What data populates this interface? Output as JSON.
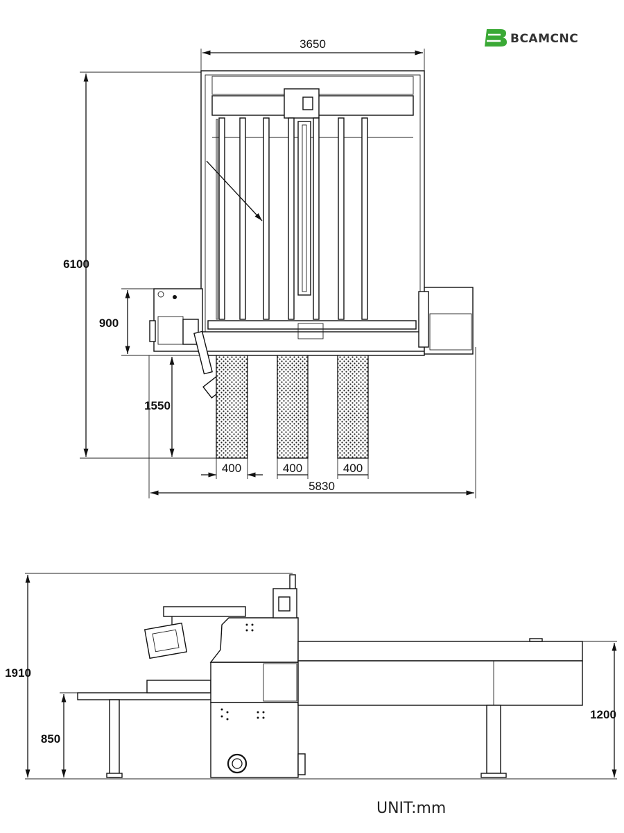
{
  "brand": {
    "name": "BCAMCNC",
    "logo_letter": "B",
    "color": "#3aa935"
  },
  "top_view": {
    "dim_width_top": "3650",
    "dim_height_left": "6100",
    "dim_side_height": "900",
    "dim_front_depth": "1550",
    "dim_slat_a": "400",
    "dim_slat_b": "400",
    "dim_slat_c": "400",
    "dim_width_bottom": "5830"
  },
  "side_view": {
    "dim_total_height": "1910",
    "dim_table_height": "850",
    "dim_frame_height": "1200"
  },
  "unit_label": "UNIT:mm"
}
